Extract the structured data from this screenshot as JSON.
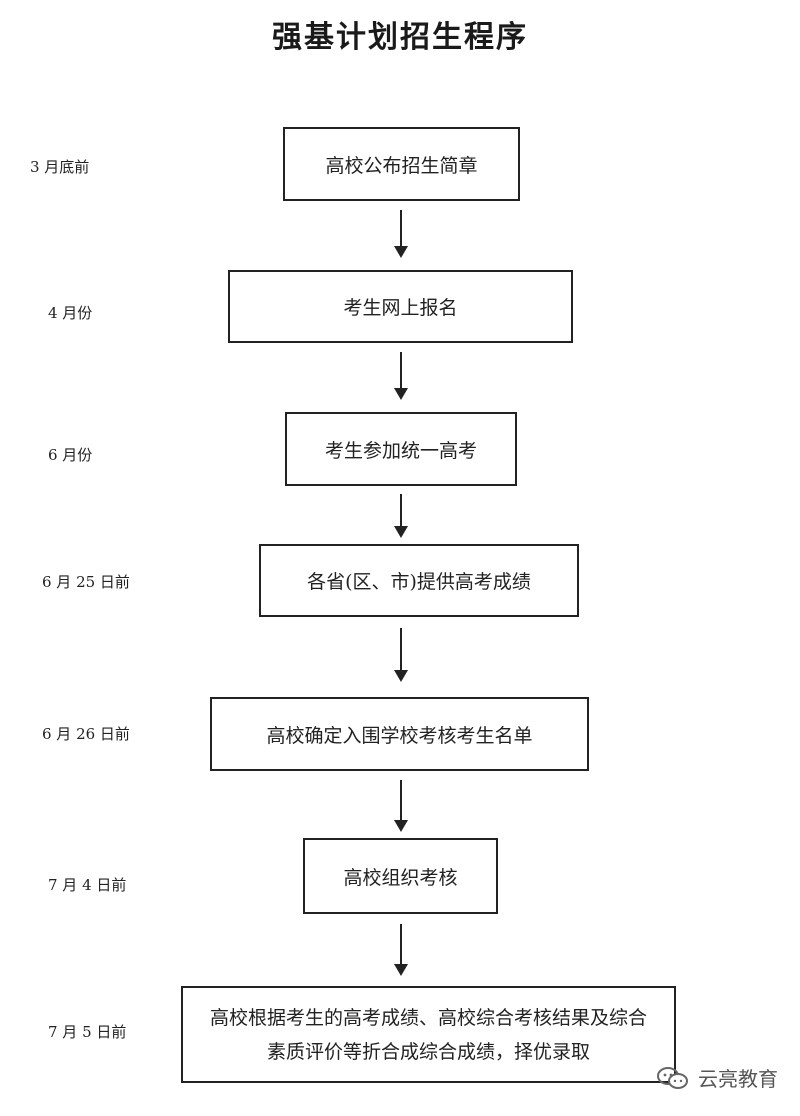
{
  "title": "强基计划招生程序",
  "steps": [
    {
      "time": "3 月底前",
      "text": "高校公布招生简章"
    },
    {
      "time": "4 月份",
      "text": "考生网上报名"
    },
    {
      "time": "6 月份",
      "text": "考生参加统一高考"
    },
    {
      "time": "6 月 25 日前",
      "text": "各省(区、市)提供高考成绩"
    },
    {
      "time": "6 月 26 日前",
      "text": "高校确定入围学校考核考生名单"
    },
    {
      "time": "7 月 4 日前",
      "text": "高校组织考核"
    },
    {
      "time": "7 月 5 日前",
      "line1": "高校根据考生的高考成绩、高校综合考核结果及综合",
      "line2": "素质评价等折合成综合成绩，择优录取"
    }
  ],
  "watermark": {
    "icon": "wechat-icon",
    "text": "云亮教育"
  }
}
